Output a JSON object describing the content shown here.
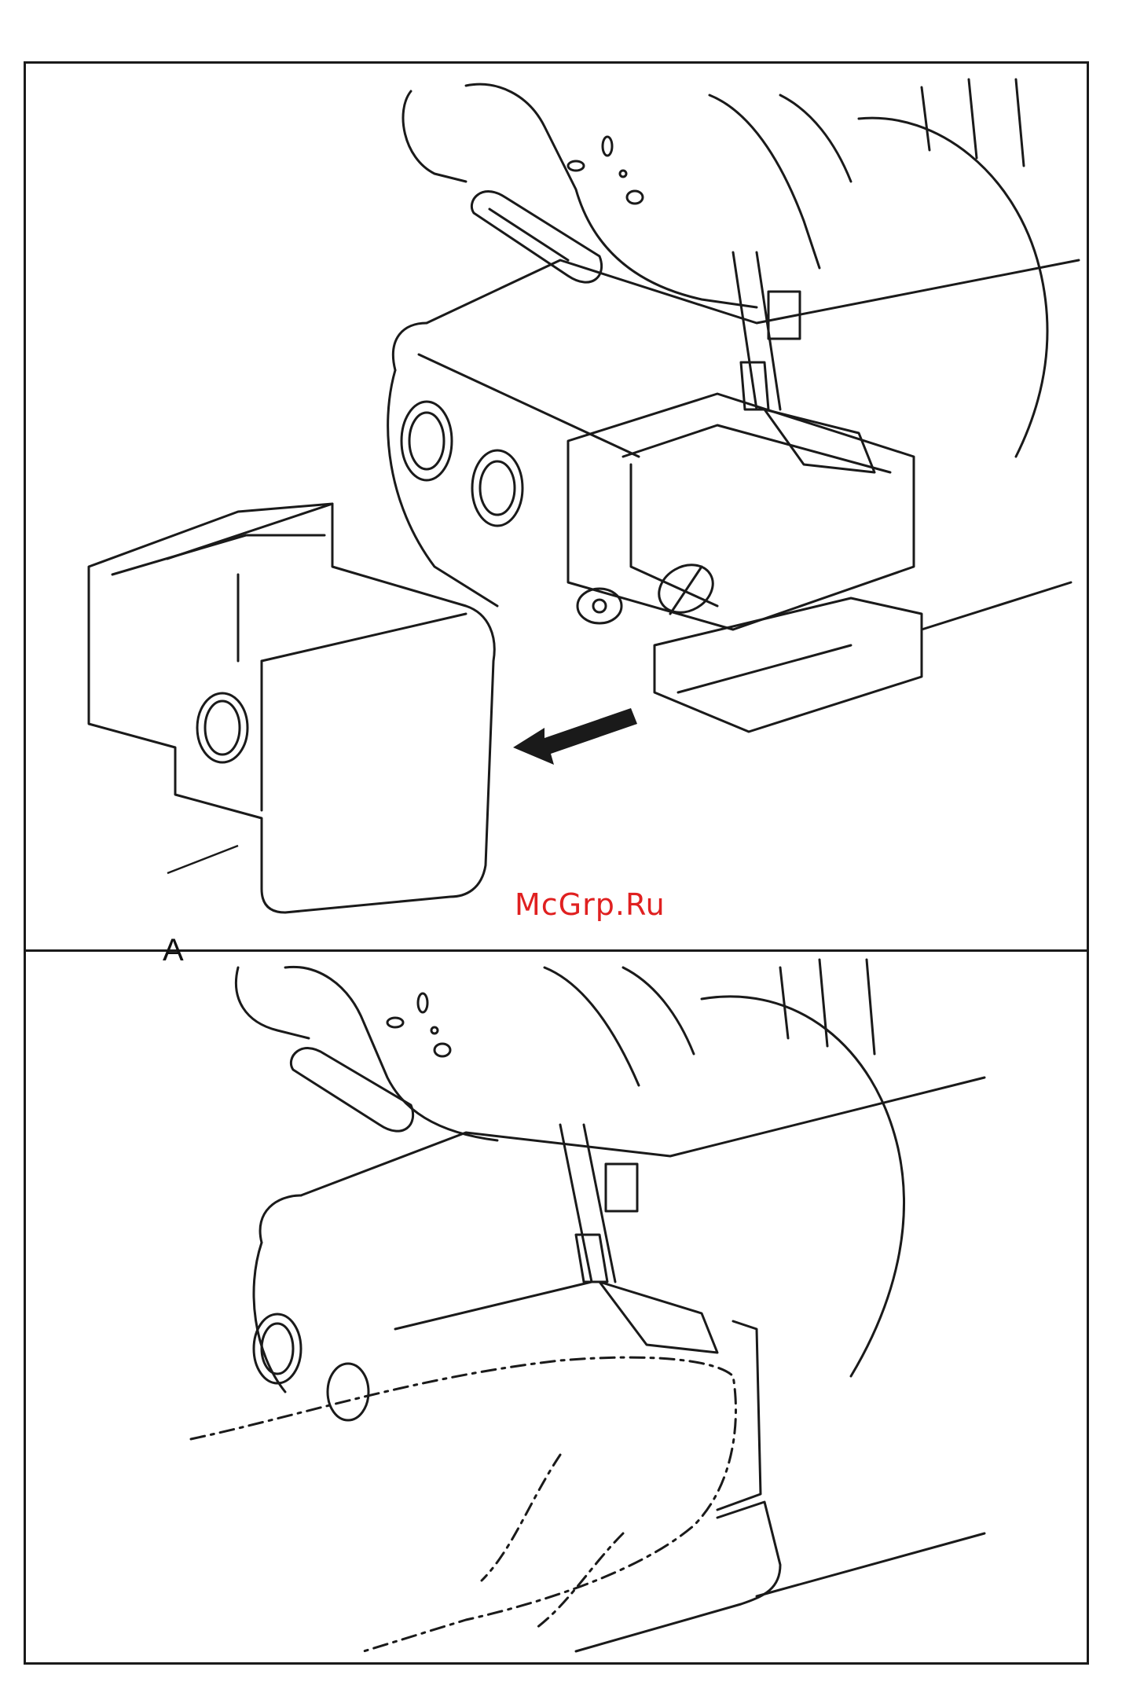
{
  "figure": {
    "part_label": "A",
    "watermark": "McGrp.Ru",
    "colors": {
      "line": "#1a1a1a",
      "watermark": "#e02020",
      "background": "#ffffff"
    },
    "icons": [
      "overlock-machine-illustration",
      "free-arm-cover",
      "arrow-left-icon",
      "fabric-tube-illustration"
    ]
  }
}
